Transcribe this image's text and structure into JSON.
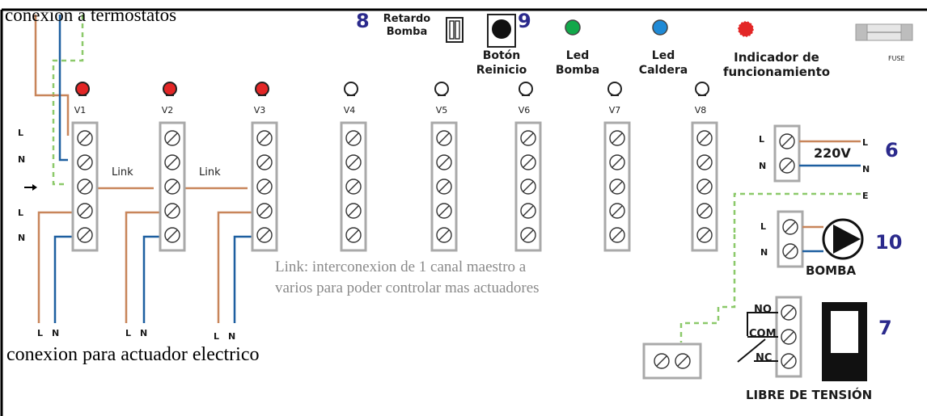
{
  "top_label": "conexion a termostatos",
  "bottom_label": "conexion para actuador electrico",
  "link_note_line1": "Link: interconexion de 1 canal maestro  a",
  "link_note_line2": "varios para poder controlar mas actuadores",
  "link_label": "Link",
  "left_terminal_labels": [
    "L",
    "N",
    "L",
    "N"
  ],
  "channels": [
    {
      "label": "V1",
      "led_color": "red"
    },
    {
      "label": "V2",
      "led_color": "red"
    },
    {
      "label": "V3",
      "led_color": "red"
    },
    {
      "label": "V4",
      "led_color": "off"
    },
    {
      "label": "V5",
      "led_color": "off"
    },
    {
      "label": "V6",
      "led_color": "off"
    },
    {
      "label": "V7",
      "led_color": "off"
    },
    {
      "label": "V8",
      "led_color": "off"
    }
  ],
  "actuator_wire_labels": {
    "l": "L",
    "n": "N"
  },
  "retardo": {
    "number": "8",
    "line1": "Retardo",
    "line2": "Bomba"
  },
  "reinicio": {
    "number": "9",
    "line1": "Botón",
    "line2": "Reinicio"
  },
  "led_bomba": {
    "line1": "Led",
    "line2": "Bomba"
  },
  "led_caldera": {
    "line1": "Led",
    "line2": "Caldera"
  },
  "indicador": {
    "line1": "Indicador de",
    "line2": "funcionamiento"
  },
  "fuse_label": "FUSE",
  "power": {
    "number": "6",
    "voltage": "220V",
    "l": "L",
    "n": "N",
    "e": "E"
  },
  "pump": {
    "number": "10",
    "label": "BOMBA",
    "l": "L",
    "n": "N"
  },
  "relay": {
    "number": "7",
    "no": "NO",
    "com": "COM",
    "nc": "NC",
    "caption": "LIBRE DE TENSIÓN"
  },
  "colors": {
    "brown_wire": "#c8855a",
    "blue_wire": "#1d5fa0",
    "earth_wire": "#8cc96a",
    "led_red": "#e32626",
    "led_green": "#12a84a",
    "led_blue": "#1f8ad6",
    "number_blue": "#2b2a8c",
    "terminal_gray": "#a9a9a9"
  }
}
